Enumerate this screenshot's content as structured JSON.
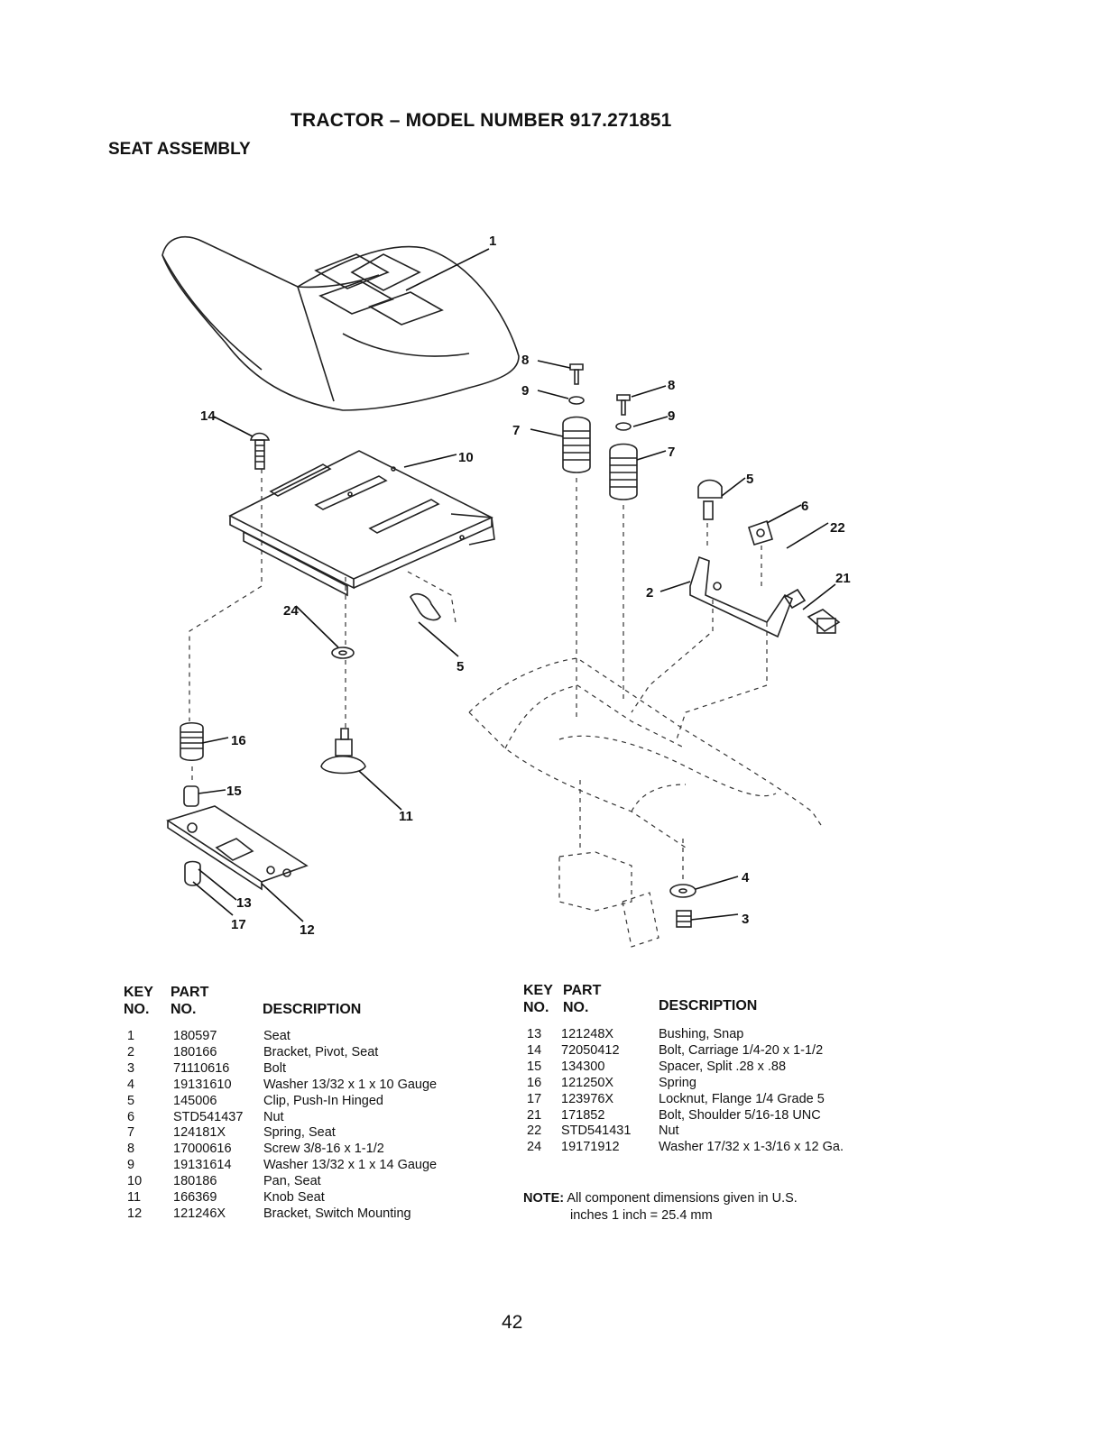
{
  "header": {
    "title": "TRACTOR – MODEL NUMBER 917.271851",
    "section": "SEAT ASSEMBLY"
  },
  "diagram_callouts": [
    "1",
    "2",
    "3",
    "4",
    "5",
    "5",
    "6",
    "7",
    "7",
    "8",
    "8",
    "9",
    "9",
    "10",
    "11",
    "12",
    "13",
    "14",
    "15",
    "16",
    "17",
    "21",
    "22",
    "24"
  ],
  "table_headers": {
    "key": "KEY",
    "key_no": "NO.",
    "part": "PART",
    "part_no": "NO.",
    "description": "DESCRIPTION"
  },
  "parts_left": [
    {
      "key": "1",
      "part": "180597",
      "desc": "Seat"
    },
    {
      "key": "2",
      "part": "180166",
      "desc": "Bracket, Pivot, Seat"
    },
    {
      "key": "3",
      "part": "71110616",
      "desc": "Bolt"
    },
    {
      "key": "4",
      "part": "19131610",
      "desc": "Washer  13/32 x 1 x 10 Gauge"
    },
    {
      "key": "5",
      "part": "145006",
      "desc": "Clip, Push-In  Hinged"
    },
    {
      "key": "6",
      "part": "STD541437",
      "desc": "Nut"
    },
    {
      "key": "7",
      "part": "124181X",
      "desc": "Spring, Seat"
    },
    {
      "key": "8",
      "part": "17000616",
      "desc": "Screw  3/8-16 x 1-1/2"
    },
    {
      "key": "9",
      "part": "19131614",
      "desc": "Washer  13/32 x 1 x 14 Gauge"
    },
    {
      "key": "10",
      "part": "180186",
      "desc": "Pan, Seat"
    },
    {
      "key": "11",
      "part": "166369",
      "desc": "Knob Seat"
    },
    {
      "key": "12",
      "part": "121246X",
      "desc": "Bracket, Switch Mounting"
    }
  ],
  "parts_right": [
    {
      "key": "13",
      "part": "121248X",
      "desc": "Bushing, Snap"
    },
    {
      "key": "14",
      "part": "72050412",
      "desc": "Bolt, Carriage  1/4-20 x 1-1/2"
    },
    {
      "key": "15",
      "part": "134300",
      "desc": "Spacer, Split  .28 x  .88"
    },
    {
      "key": "16",
      "part": "121250X",
      "desc": "Spring"
    },
    {
      "key": "17",
      "part": "123976X",
      "desc": "Locknut, Flange  1/4 Grade 5"
    },
    {
      "key": "21",
      "part": "171852",
      "desc": "Bolt, Shoulder  5/16-18 UNC"
    },
    {
      "key": "22",
      "part": "STD541431",
      "desc": "Nut"
    },
    {
      "key": "24",
      "part": "19171912",
      "desc": "Washer  17/32 x 1-3/16 x 12 Ga."
    }
  ],
  "note": {
    "label": "NOTE:",
    "line1": "All component dimensions given in U.S.",
    "line2": "inches 1 inch = 25.4 mm"
  },
  "page_number": "42"
}
